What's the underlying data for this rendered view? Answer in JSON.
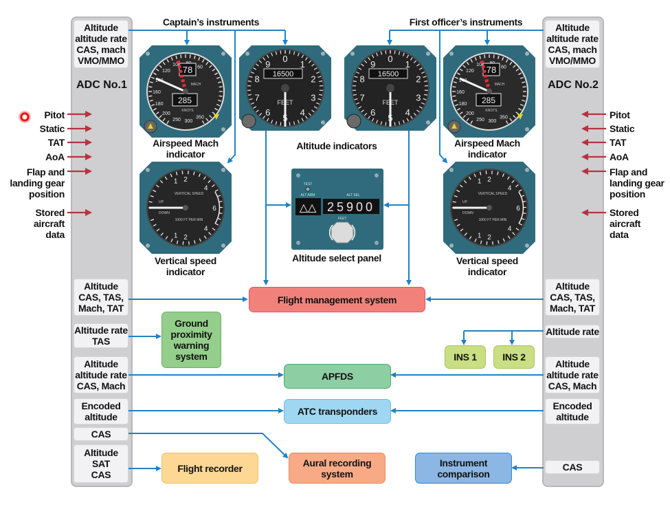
{
  "headings": {
    "captain": "Captain’s instruments",
    "first_officer": "First officer’s instruments"
  },
  "adc1": {
    "title": "ADC No.1",
    "top_signal": "Altitude\naltitude rate\nCAS, mach\nVMO/MMO",
    "inputs": [
      "Pitot",
      "Static",
      "TAT",
      "AoA",
      "Flap and\nlanding gear\nposition",
      "Stored\naircraft\ndata"
    ],
    "outputs": [
      "Altitude\nCAS, TAS,\nMach, TAT",
      "Altitude rate\nTAS",
      "Altitude\naltitude rate\nCAS, Mach",
      "Encoded\naltitude",
      "CAS",
      "Altitude\nSAT\nCAS"
    ]
  },
  "adc2": {
    "title": "ADC No.2",
    "top_signal": "Altitude\naltitude rate\nCAS, mach\nVMO/MMO",
    "inputs": [
      "Pitot",
      "Static",
      "TAT",
      "AoA",
      "Flap and\nlanding gear\nposition",
      "Stored\naircraft\ndata"
    ],
    "outputs": [
      "Altitude\nCAS, TAS,\nMach, TAT",
      "Altitude rate",
      "Altitude\naltitude rate\nCAS, Mach",
      "Encoded\naltitude",
      "CAS"
    ]
  },
  "instruments": {
    "airspeed_caption": "Airspeed Mach\nindicator",
    "altitude_caption": "Altitude indicators",
    "vsi_caption": "Vertical speed\nindicator",
    "alt_select_caption": "Altitude select panel",
    "airspeed": {
      "mach_window": "78",
      "knots_window": "285",
      "label_mach": "MACH",
      "label_knots": "KNOTS",
      "scale": [
        "60",
        "80",
        "100",
        "120",
        "140",
        "160",
        "180",
        "200",
        "250",
        "300",
        "350"
      ]
    },
    "altimeter": {
      "counter": "16500",
      "label": "FEET",
      "scale": [
        "0",
        "1",
        "2",
        "3",
        "4",
        "5",
        "6",
        "7",
        "8",
        "9"
      ]
    },
    "vsi": {
      "title": "VERTICAL SPEED",
      "unit": "1000 FT PER\nMIN",
      "up": "UP",
      "down": "DOWN",
      "scale_top": [
        "1",
        "2",
        "4",
        "6"
      ],
      "scale_bottom": [
        "1",
        "2",
        "4"
      ]
    },
    "alt_select": {
      "test": "TEST",
      "alt_arm": "ALT ARM",
      "alt_sel": "ALT SEL",
      "value": "25900",
      "feet": "FEET"
    }
  },
  "systems": {
    "fms": "Flight management system",
    "gpws": "Ground\nproximity\nwarning\nsystem",
    "apfds": "APFDS",
    "atc": "ATC transponders",
    "flight_recorder": "Flight recorder",
    "aural": "Aural recording\nsystem",
    "instrument_comparison": "Instrument\ncomparison",
    "ins1": "INS 1",
    "ins2": "INS 2"
  },
  "colors": {
    "line": "#1f82c4",
    "input_arrow": "#b8323f",
    "gauge_bezel": "#2f6b7c",
    "fms": "#f2817b",
    "gpws": "#93cf8a",
    "apfds": "#8dcea3",
    "atc": "#9fd7f2",
    "flight_recorder": "#fdd895",
    "aural": "#f8aa86",
    "instrument_comparison": "#8cb6e3",
    "ins": "#cadf83"
  }
}
